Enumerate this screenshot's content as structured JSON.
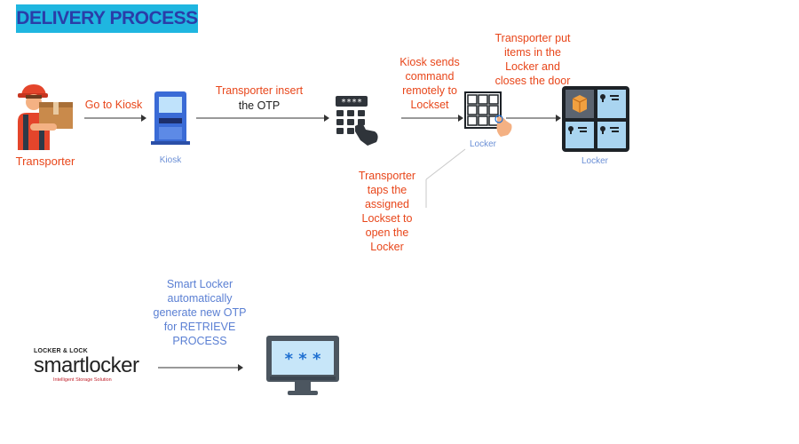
{
  "title": "DELIVERY PROCESS",
  "nodes": {
    "transporter": "Transporter",
    "kiosk": "Kiosk",
    "locker_small": "Locker",
    "locker_big": "Locker"
  },
  "steps": {
    "go_to_kiosk": "Go to Kiosk",
    "insert_otp_line1": "Transporter insert",
    "insert_otp_line2": "the OTP",
    "kiosk_sends": [
      "Kiosk sends",
      "command",
      "remotely  to",
      "Lockset"
    ],
    "put_items": [
      "Transporter put",
      "items in the",
      "Locker and",
      "closes the door"
    ],
    "taps_lockset": [
      "Transporter",
      "taps the",
      "assigned",
      "Lockset to",
      "open the",
      "Locker"
    ],
    "smart_locker_otp": [
      "Smart Locker",
      "automatically",
      "generate new OTP",
      "for RETRIEVE",
      "PROCESS"
    ]
  },
  "brand": {
    "top": "LOCKER & LOCK",
    "name": "smartlocker",
    "tagline": "Intelligent Storage Solution"
  },
  "keypad_display": "****",
  "colors": {
    "title_bg": "#1fb6e0",
    "title_text": "#2a3da8",
    "orange": "#e8461a",
    "blue_label": "#6b8fd6",
    "locker_dark": "#1d2227",
    "locker_blue": "#a9d4f0",
    "monitor_gray": "#4c5660",
    "monitor_screen": "#c7e6f9",
    "otp_star": "#1e6fd1"
  },
  "icons": [
    "transporter-icon",
    "kiosk-icon",
    "keypad-hand-icon",
    "locker-small-icon",
    "locker-big-icon",
    "monitor-otp-icon",
    "hand-pointer-icon",
    "package-icon"
  ]
}
